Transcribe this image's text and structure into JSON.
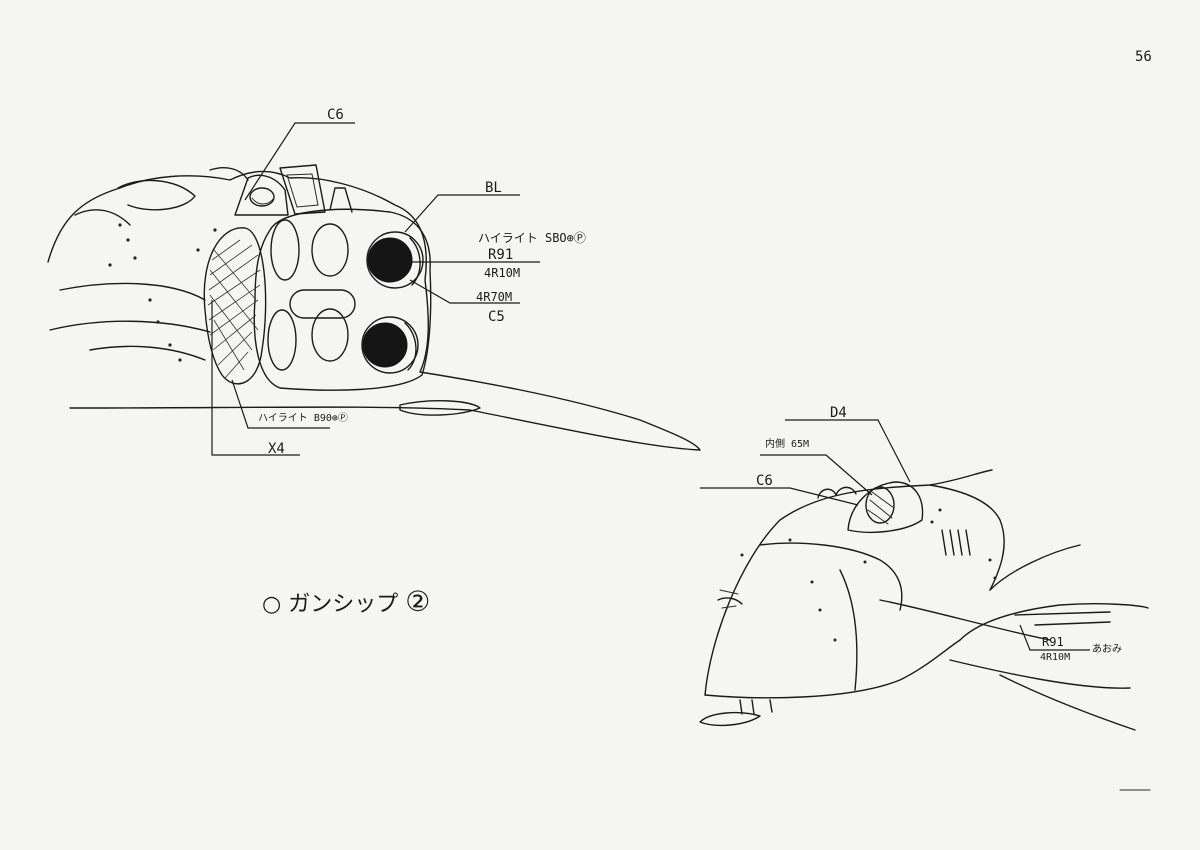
{
  "page_number": "56",
  "title": {
    "prefix": "○",
    "text": "ガンシップ",
    "circled_number": "②"
  },
  "drawing_1": {
    "labels": {
      "c6": "C6",
      "b_l": "BL",
      "highlight_main": "ハイライト SBO⊕Ⓟ",
      "r91": "R91",
      "r10m": "4R10M",
      "r70m": "4R70M",
      "c5": "C5",
      "highlight_lower": "ハイライト B90⊕Ⓟ",
      "x4": "X4"
    }
  },
  "drawing_2": {
    "labels": {
      "d4": "D4",
      "inner_65m": "内側 65M",
      "c6": "C6",
      "r91": "R91",
      "r10m": "4R10M",
      "aomi": "あおみ"
    }
  },
  "colors": {
    "paper": "#f5f5f3",
    "ink": "#1b1b1b"
  }
}
